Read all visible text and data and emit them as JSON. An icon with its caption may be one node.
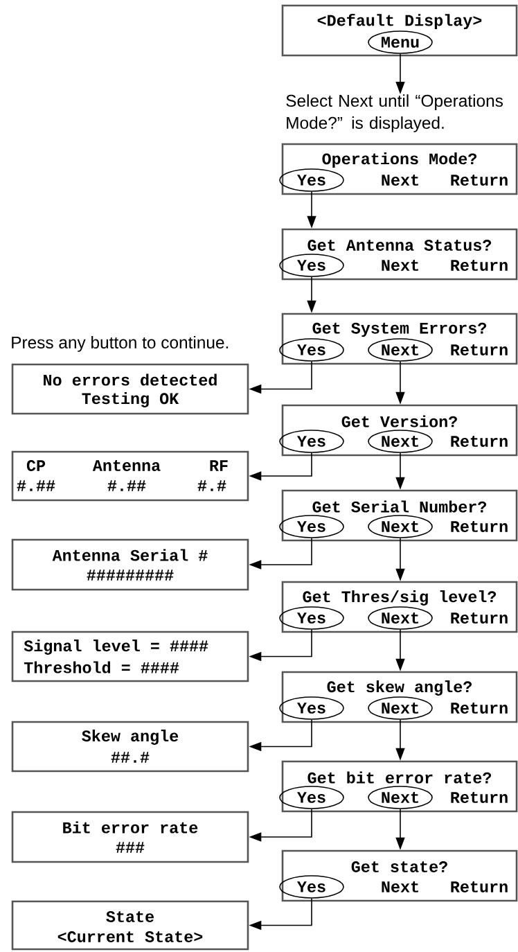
{
  "diagram": {
    "nodes": [
      {
        "text": [
          "<Default Display>"
        ]
      },
      {
        "text": [
          "Menu"
        ],
        "in": 0
      },
      {
        "text": [
          "Select Next until “Operations Mode?” is displayed."
        ]
      },
      {
        "text": [
          "Operations Mode?",
          "Next",
          "Return"
        ]
      },
      {
        "text": [
          "Yes"
        ],
        "in": 3
      },
      {
        "text": [
          "Get Antenna Status?",
          "Next",
          "Return"
        ]
      },
      {
        "text": [
          "Yes"
        ],
        "in": 5
      },
      {
        "text": [
          "Get System Errors?",
          "Return"
        ]
      },
      {
        "text": [
          "Yes"
        ],
        "in": 7
      },
      {
        "text": [
          "Next"
        ],
        "in": 7
      },
      {
        "text": [
          "No errors detected",
          "Testing OK"
        ],
        "beside": [
          "Press any button to continue."
        ]
      },
      {
        "text": [
          "Get Version?",
          "Return"
        ]
      },
      {
        "text": [
          "Yes"
        ],
        "in": 11
      },
      {
        "text": [
          "Next"
        ],
        "in": 11
      },
      {
        "text": [
          "CP",
          "Antenna",
          "RF",
          "#.##",
          "#.##",
          "#.#"
        ]
      },
      {
        "text": [
          "Get Serial Number?",
          "Return"
        ]
      },
      {
        "text": [
          "Yes"
        ],
        "in": 15
      },
      {
        "text": [
          "Next"
        ],
        "in": 15
      },
      {
        "text": [
          "Antenna Serial #",
          "#########"
        ]
      },
      {
        "text": [
          "Get Thres/sig level?",
          "Return"
        ]
      },
      {
        "text": [
          "Yes"
        ],
        "in": 19
      },
      {
        "text": [
          "Next"
        ],
        "in": 19
      },
      {
        "text": [
          "Signal level = ####",
          "Threshold = ####"
        ]
      },
      {
        "text": [
          "Get skew angle?",
          "Return"
        ]
      },
      {
        "text": [
          "Yes"
        ],
        "in": 23
      },
      {
        "text": [
          "Next"
        ],
        "in": 23
      },
      {
        "text": [
          "Skew angle",
          "##.#"
        ]
      },
      {
        "text": [
          "Get bit error rate?",
          "Return"
        ]
      },
      {
        "text": [
          "Yes"
        ],
        "in": 27
      },
      {
        "text": [
          "Next"
        ],
        "in": 27
      },
      {
        "text": [
          "Bit error rate",
          "###"
        ]
      },
      {
        "text": [
          "Get state?",
          "Next",
          "Return"
        ]
      },
      {
        "text": [
          "Yes"
        ],
        "in": 31
      },
      {
        "text": [
          "State",
          "<Current State>"
        ]
      }
    ],
    "edges": [
      {
        "from": 1,
        "to": 2,
        "arrow": "to"
      },
      {
        "from": 4,
        "to": 5,
        "arrow": "to"
      },
      {
        "from": 6,
        "to": 7,
        "arrow": "to"
      },
      {
        "from": 8,
        "to": 10,
        "arrow": "to"
      },
      {
        "from": 9,
        "to": 11,
        "arrow": "to"
      },
      {
        "from": 12,
        "to": 14,
        "arrow": "to"
      },
      {
        "from": 13,
        "to": 15,
        "arrow": "to"
      },
      {
        "from": 16,
        "to": 18,
        "arrow": "to"
      },
      {
        "from": 17,
        "to": 19,
        "arrow": "to"
      },
      {
        "from": 20,
        "to": 22,
        "arrow": "to"
      },
      {
        "from": 21,
        "to": 23,
        "arrow": "to"
      },
      {
        "from": 24,
        "to": 26,
        "arrow": "to"
      },
      {
        "from": 25,
        "to": 27,
        "arrow": "to"
      },
      {
        "from": 28,
        "to": 30,
        "arrow": "to"
      },
      {
        "from": 29,
        "to": 31,
        "arrow": "to"
      },
      {
        "from": 32,
        "to": 33,
        "arrow": "to"
      }
    ]
  }
}
